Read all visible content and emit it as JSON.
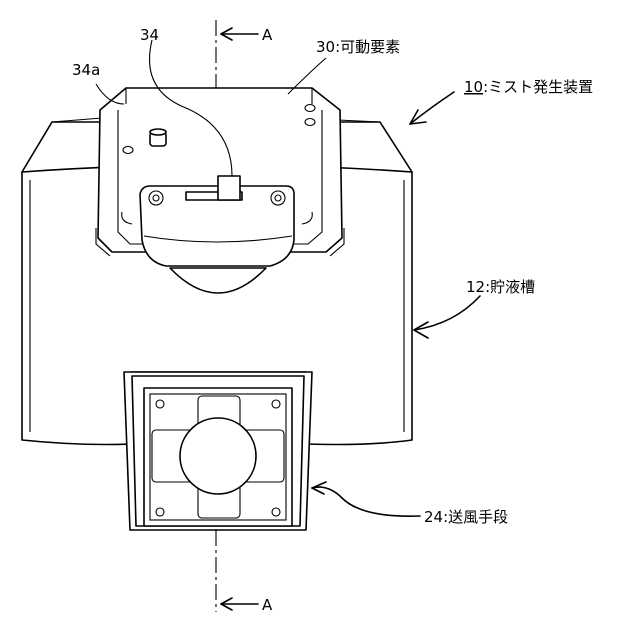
{
  "section_marker": "A",
  "labels": {
    "device": {
      "number": "10",
      "text": ":ミスト発生装置"
    },
    "movable_element": "30:可動要素",
    "part_34": "34",
    "part_34a": "34a",
    "tank": "12:貯液槽",
    "fan": "24:送風手段"
  }
}
